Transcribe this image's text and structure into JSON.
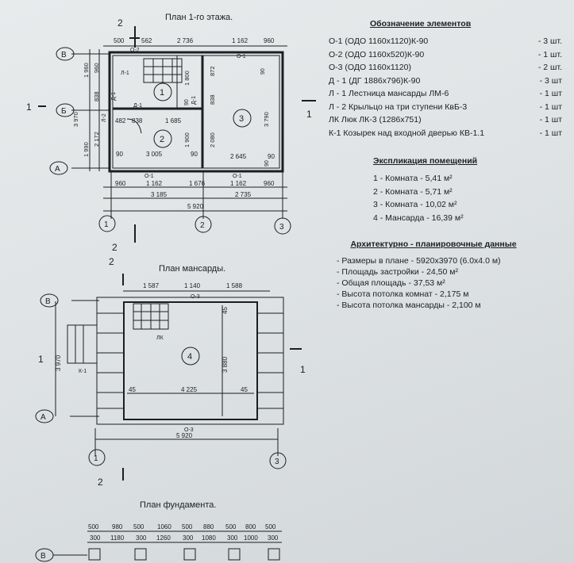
{
  "plans": {
    "first_floor_title": "План 1-го этажа.",
    "attic_title": "План мансарды.",
    "foundation_title": "План фундамента."
  },
  "axes": {
    "v": "В",
    "b": "Б",
    "a": "А",
    "n1": "1",
    "n2": "2",
    "n3": "3",
    "s1": "1",
    "s2": "2"
  },
  "first_floor": {
    "top_dims": [
      "500",
      "562",
      "2 736",
      "1 162",
      "960"
    ],
    "left_dims": [
      "1 960",
      "960",
      "838",
      "3 970",
      "1 990",
      "2 172"
    ],
    "inner_dims": [
      "1 800",
      "872",
      "838",
      "482",
      "838",
      "1 685",
      "90",
      "3 005",
      "90",
      "1 900",
      "2 080",
      "2 645",
      "90",
      "3 790"
    ],
    "bottom_dims_1": [
      "960",
      "1 162",
      "1 676",
      "1 162",
      "960"
    ],
    "bottom_dims_2": [
      "3 185",
      "2 735"
    ],
    "total": "5 920",
    "rooms": [
      "1",
      "2",
      "3"
    ],
    "labels": [
      "О-2",
      "О-1",
      "Л-1",
      "Д-1",
      "Д-1",
      "Д-1",
      "Л-2",
      "О-1",
      "О-1",
      "90",
      "90",
      "90"
    ]
  },
  "attic": {
    "top_dims": [
      "1 587",
      "1 140",
      "1 588"
    ],
    "window": "О-3",
    "window_bottom": "О-3",
    "left_dim": "3 970",
    "inner": [
      "45",
      "3 880",
      "45",
      "4 225",
      "45"
    ],
    "room": "4",
    "hatch": "ЛК",
    "canopy": "К-1",
    "total": "5 920"
  },
  "foundation": {
    "row1": [
      "500",
      "980",
      "500",
      "1060",
      "500",
      "880",
      "500",
      "800",
      "500"
    ],
    "row2": [
      "300",
      "1180",
      "300",
      "1260",
      "300",
      "1080",
      "300",
      "1000",
      "300"
    ]
  },
  "legend": {
    "title": "Обозначение элементов",
    "items": [
      {
        "name": "О-1 (ОДО 1160x1120)К-90",
        "count": "- 3 шт."
      },
      {
        "name": "О-2 (ОДО 1160x520)К-90",
        "count": "- 1 шт."
      },
      {
        "name": "О-3 (ОДО 1160x1120)",
        "count": "- 2 шт."
      },
      {
        "name": "Д - 1 (ДГ 1886x796)К-90",
        "count": "- 3 шт"
      },
      {
        "name": "Л - 1 Лестница мансарды ЛМ-6",
        "count": "- 1 шт"
      },
      {
        "name": "Л - 2 Крыльцо на три ступени КвБ-3",
        "count": "- 1 шт"
      },
      {
        "name": "ЛК  Люк ЛК-3 (1286x751)",
        "count": "- 1 шт"
      },
      {
        "name": "К-1 Козырек  над входной дверью КВ-1.1",
        "count": "- 1 шт"
      }
    ]
  },
  "explication": {
    "title": "Экспликация помещений",
    "items": [
      "1 - Комната - 5,41 м²",
      "2 - Комната - 5,71 м²",
      "3 - Комната - 10,02 м²",
      "4 - Мансарда - 16,39 м²"
    ]
  },
  "arch": {
    "title": "Архитектурно - планировочные данные",
    "items": [
      "- Размеры в плане - 5920x3970 (6.0x4.0 м)",
      "- Площадь застройки - 24,50 м²",
      "- Общая площадь - 37,53  м²",
      "- Высота потолка комнат - 2,175 м",
      "- Высота потолка мансарды - 2,100 м"
    ]
  }
}
